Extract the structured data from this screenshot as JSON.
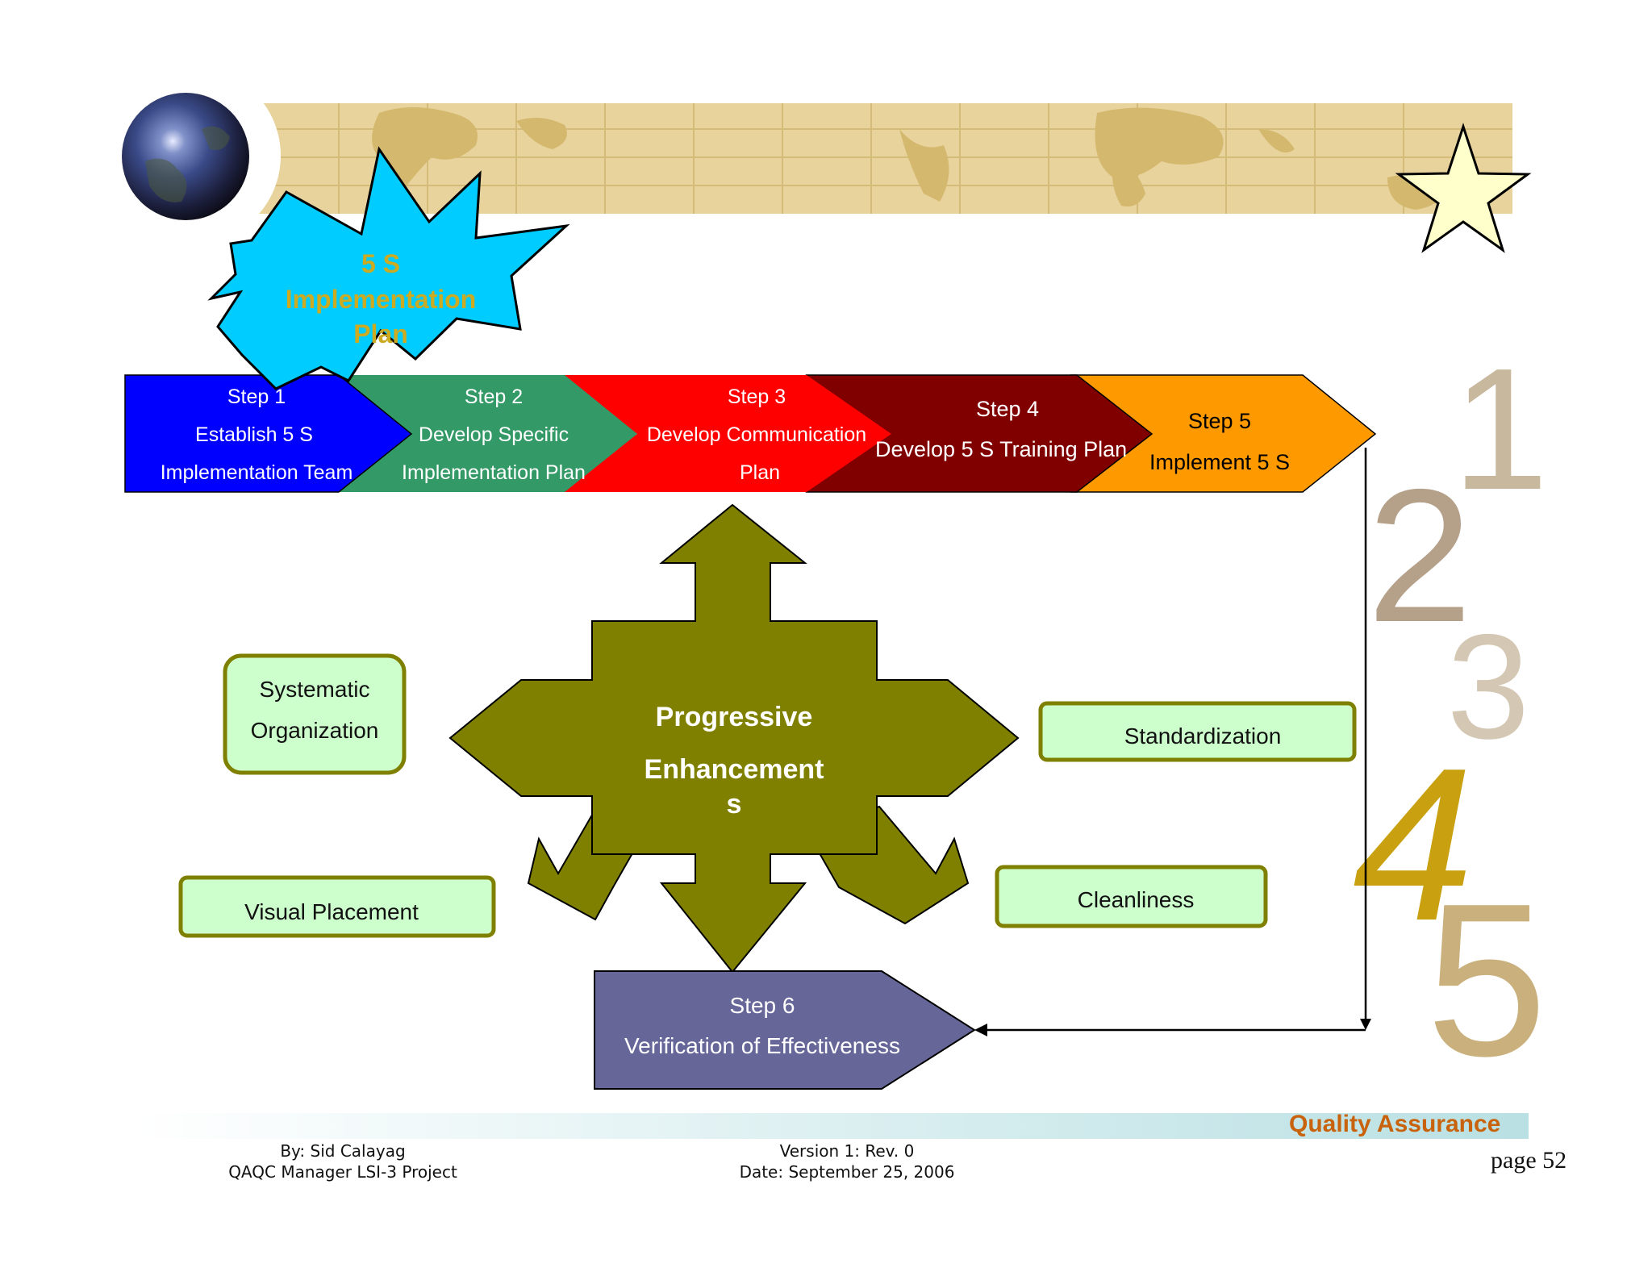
{
  "burst_title": {
    "line1": "5 S",
    "line2": "Implementation",
    "line3": "Plan"
  },
  "steps": [
    {
      "line1": "Step 1",
      "line2": "Establish  5 S",
      "line3": "Implementation Team",
      "color": "#0000ff"
    },
    {
      "line1": "Step 2",
      "line2": "Develop Specific",
      "line3": "Implementation Plan",
      "color": "#339966"
    },
    {
      "line1": "Step 3",
      "line2": "Develop Communication",
      "line3": "Plan",
      "color": "#ff0000"
    },
    {
      "line1": "Step 4",
      "line2": "Develop 5 S Training Plan",
      "color": "#800000"
    },
    {
      "line1": "Step 5",
      "line2": "Implement 5 S",
      "color": "#ff9900"
    }
  ],
  "center": {
    "line1": "Progressive",
    "line2": "Enhancement",
    "line3": "s",
    "color": "#808000"
  },
  "pillars": {
    "systematic_line1": "Systematic",
    "systematic_line2": "Organization",
    "standardization": "Standardization",
    "visual_placement": "Visual Placement",
    "cleanliness": "Cleanliness",
    "fill_color": "#ccffcc",
    "border_color": "#808000"
  },
  "step6": {
    "line1": "Step 6",
    "line2": "Verification of Effectiveness",
    "color": "#666699"
  },
  "numerals": [
    "1",
    "2",
    "3",
    "4",
    "5"
  ],
  "footer": {
    "author_line1": "By: Sid Calayag",
    "author_line2": "QAQC Manager LSI-3 Project",
    "version_line1": "Version  1: Rev.  0",
    "version_line2": "Date: September 25, 2006",
    "brand": "Quality Assurance",
    "page": "page 52"
  }
}
